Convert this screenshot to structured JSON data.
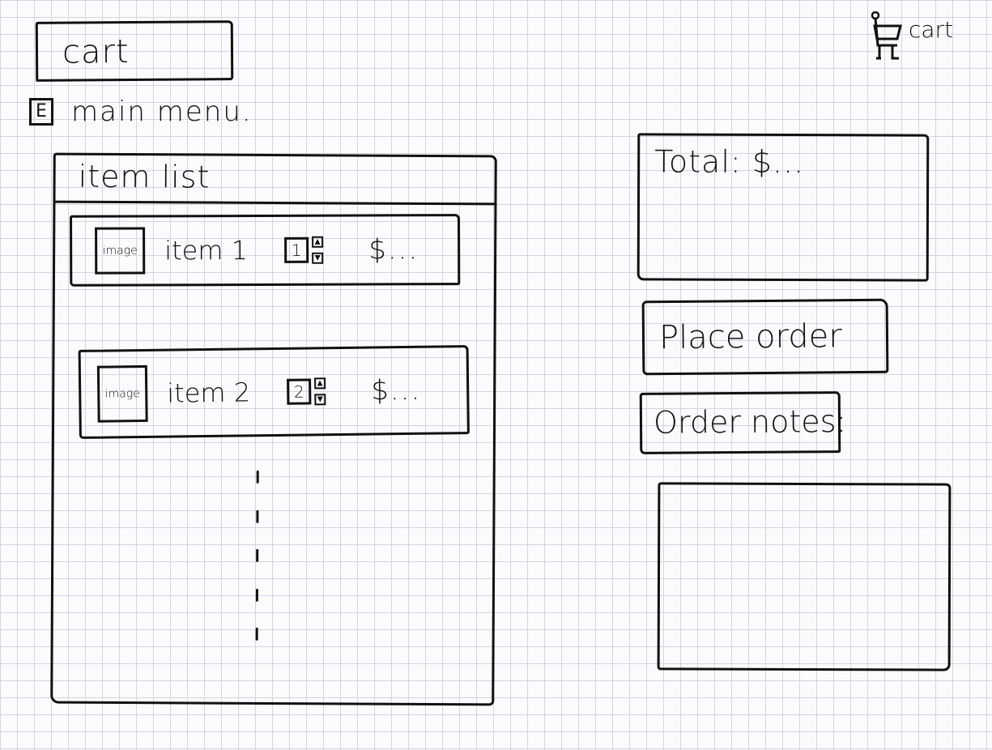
{
  "header": {
    "title": "cart"
  },
  "menu": {
    "icon": "menu-icon",
    "icon_glyph": "E",
    "label": "main menu."
  },
  "cart_indicator": {
    "icon": "cart-icon",
    "label": "cart"
  },
  "item_list": {
    "title": "item list",
    "items": [
      {
        "image_label": "image",
        "name": "item 1",
        "quantity": "1",
        "price": "$..."
      },
      {
        "image_label": "image",
        "name": "item 2",
        "quantity": "2",
        "price": "$..."
      }
    ],
    "stepper_up": "▲",
    "stepper_down": "▼"
  },
  "summary": {
    "total_text": "Total: $...",
    "place_order_label": "Place order",
    "order_notes_label": "Order notes:",
    "order_notes_value": ""
  }
}
